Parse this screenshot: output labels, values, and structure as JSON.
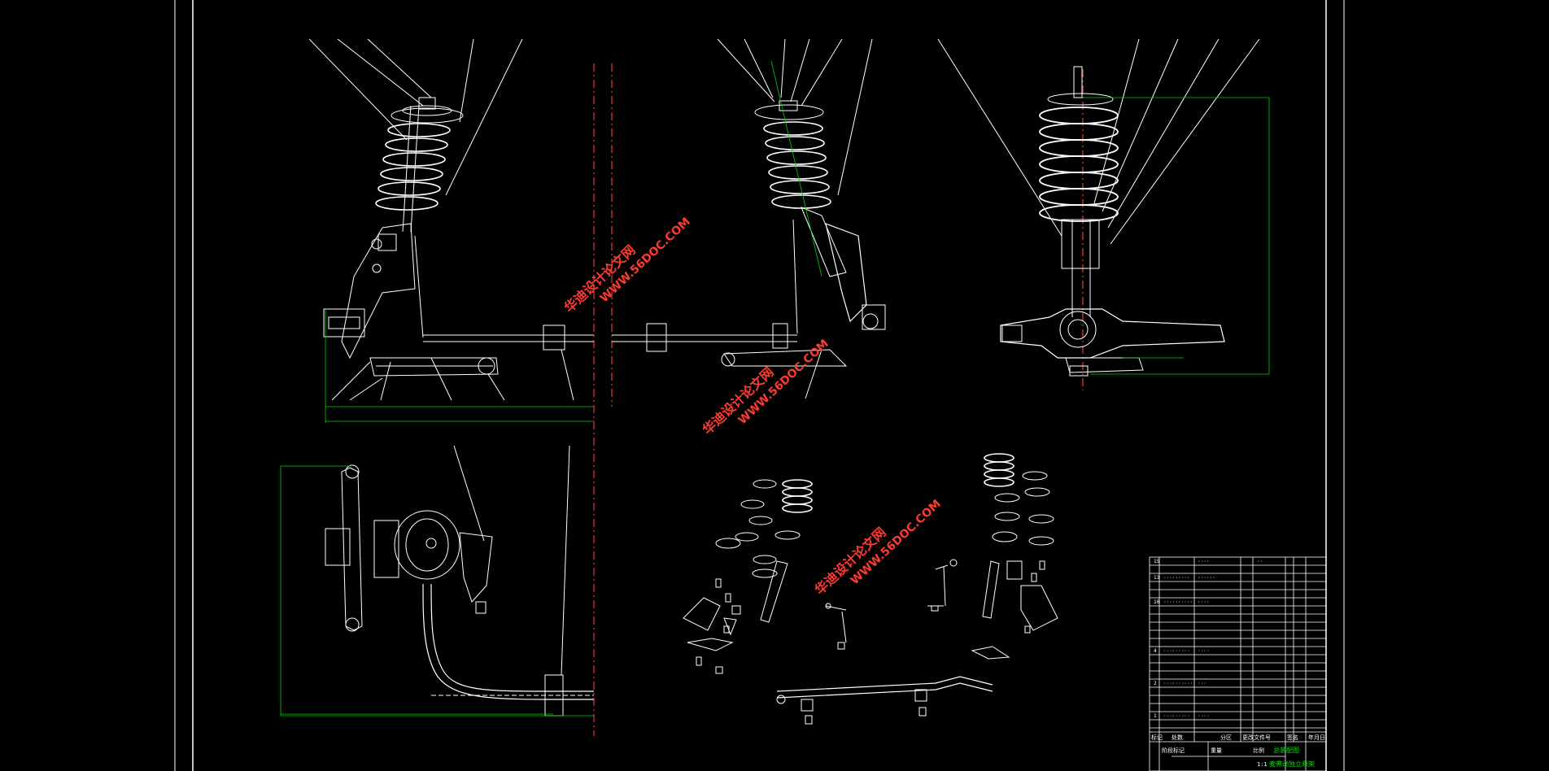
{
  "watermarks": [
    {
      "line1": "华迪设计论文网",
      "line2": "WWW.56DOC.COM"
    },
    {
      "line1": "华迪设计论文网",
      "line2": "WWW.56DOC.COM"
    },
    {
      "line1": "华迪设计论文网",
      "line2": "WWW.56DOC.COM"
    }
  ],
  "bom": {
    "footer_labels": [
      "标记",
      "处数",
      "分区",
      "更改文件号",
      "签名",
      "年月日"
    ],
    "stage_labels": [
      "阶段标记",
      "重量",
      "比例"
    ],
    "title_green": "总装配图",
    "drawing_green": "麦弗逊独立悬架",
    "scale": "1:1"
  },
  "colors": {
    "line": "#ffffff",
    "frame": "#ffffff",
    "centerline": "#e53935",
    "dimension": "#00d000",
    "watermark": "#ff3b30",
    "background": "#000000"
  }
}
